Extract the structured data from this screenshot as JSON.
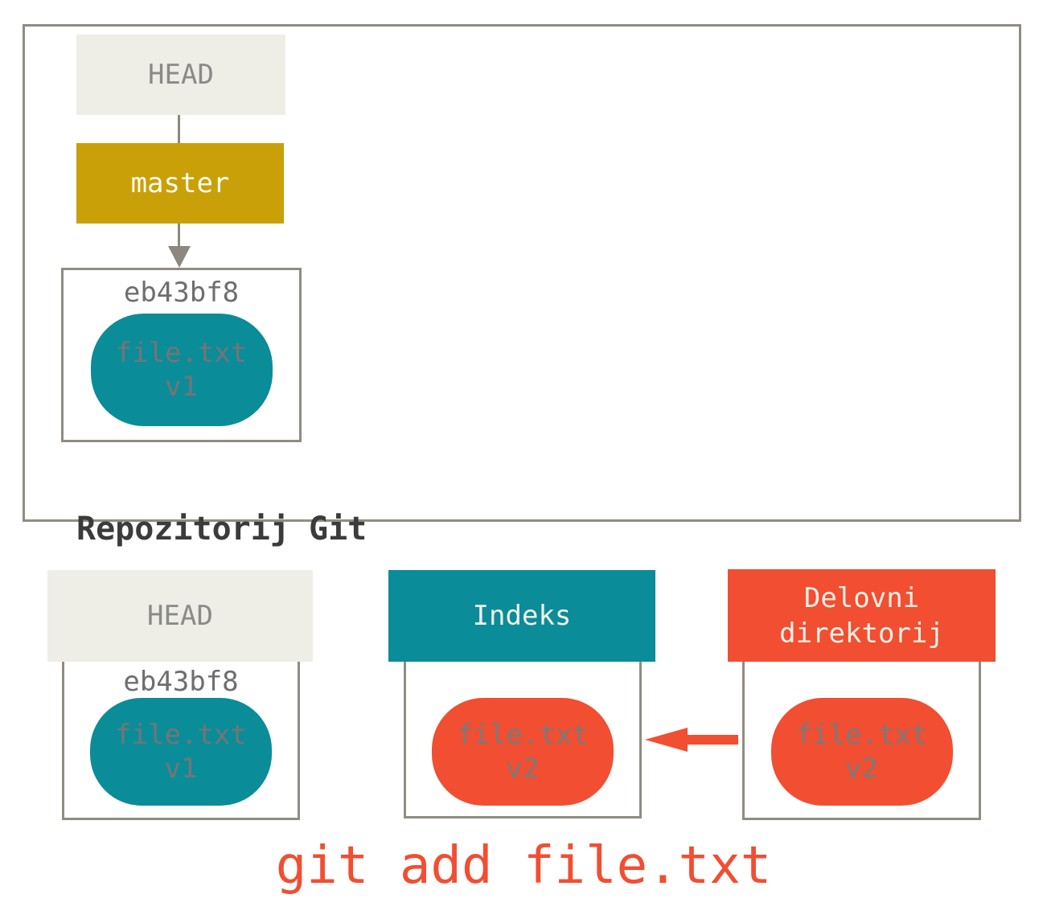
{
  "colors": {
    "beige": "#EEEEE6",
    "gold": "#C9A008",
    "teal": "#0B8C99",
    "orange": "#F14E32",
    "box_border_gray": "#918C82",
    "arrow_gray": "#8C8880",
    "label_gray": "#8A8A8A",
    "hash_gray": "#6E6E6E",
    "blob_text_gray": "#757575",
    "title_dark": "#3B3B3B",
    "header_text_light": "#F2F1E9"
  },
  "repository": {
    "label": "Repozitorij Git",
    "head_label": "HEAD",
    "branch_label": "master",
    "commit": {
      "hash": "eb43bf8",
      "file": "file.txt",
      "version": "v1"
    }
  },
  "columns": [
    {
      "header": "HEAD",
      "hash": "eb43bf8",
      "file": "file.txt",
      "version": "v1"
    },
    {
      "header": "Indeks",
      "file": "file.txt",
      "version": "v2"
    },
    {
      "header": "Delovni direktorij",
      "file": "file.txt",
      "version": "v2"
    }
  ],
  "command": "git add file.txt"
}
